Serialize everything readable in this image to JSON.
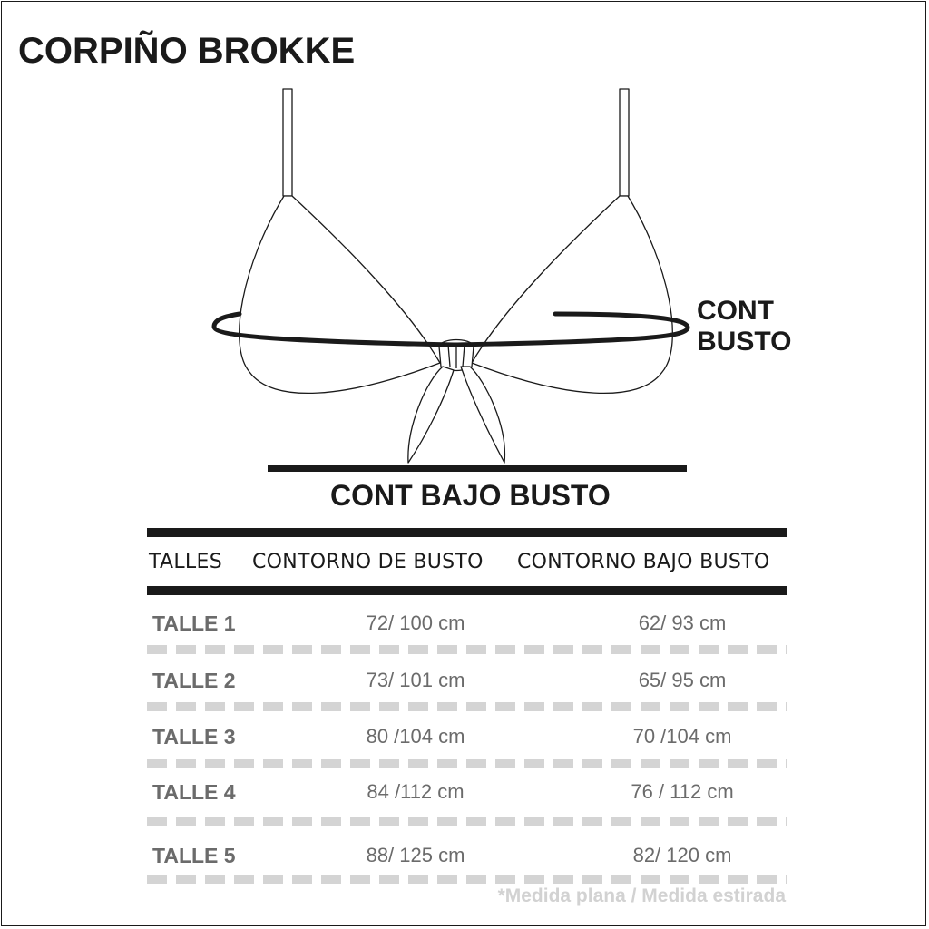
{
  "title": "CORPIÑO BROKKE",
  "diagram": {
    "bust_label": "CONT BUSTO",
    "underbust_label": "CONT BAJO BUSTO"
  },
  "table": {
    "headers": [
      "TALLES",
      "CONTORNO DE BUSTO",
      "CONTORNO BAJO BUSTO"
    ],
    "rows": [
      {
        "size": "TALLE 1",
        "bust": "72/ 100 cm",
        "underbust": "62/ 93 cm"
      },
      {
        "size": "TALLE 2",
        "bust": "73/ 101 cm",
        "underbust": "65/ 95 cm"
      },
      {
        "size": "TALLE 3",
        "bust": "80 /104 cm",
        "underbust": "70 /104 cm"
      },
      {
        "size": "TALLE 4",
        "bust": "84 /112 cm",
        "underbust": "76 / 112 cm"
      },
      {
        "size": "TALLE 5",
        "bust": "88/ 125 cm",
        "underbust": "82/ 120 cm"
      }
    ]
  },
  "footnote": "*Medida plana / Medida estirada"
}
